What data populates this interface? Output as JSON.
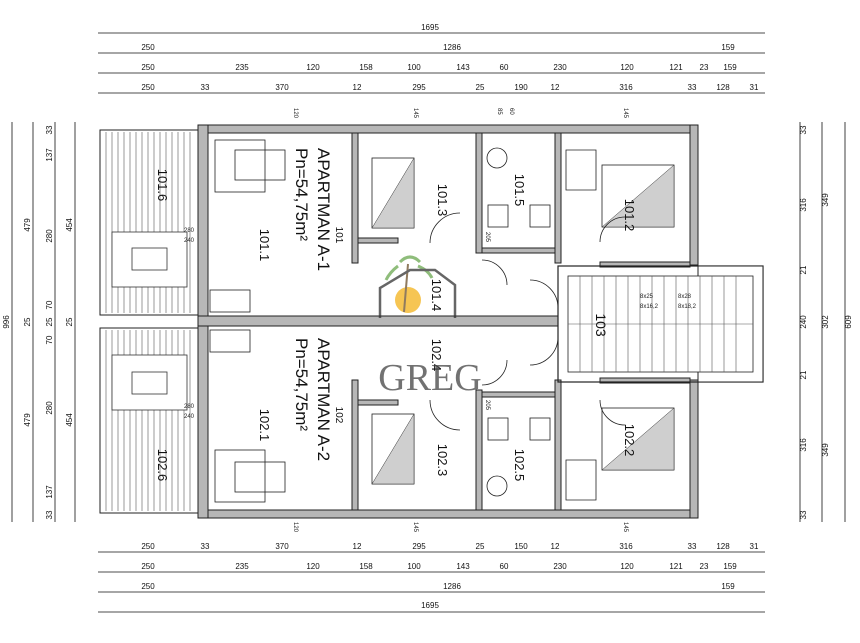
{
  "dimensions": {
    "top": {
      "row1": [
        "1695"
      ],
      "row2": [
        "250",
        "1286",
        "159"
      ],
      "row3": [
        "250",
        "235",
        "120",
        "158",
        "100",
        "143",
        "60",
        "230",
        "120",
        "121",
        "23",
        "159"
      ],
      "row4": [
        "250",
        "33",
        "370",
        "12",
        "295",
        "25",
        "190",
        "12",
        "316",
        "33",
        "128",
        "31"
      ]
    },
    "bottom": {
      "row1": [
        "250",
        "33",
        "370",
        "12",
        "295",
        "25",
        "150",
        "12",
        "316",
        "33",
        "128",
        "31"
      ],
      "row2": [
        "250",
        "235",
        "120",
        "158",
        "100",
        "143",
        "60",
        "230",
        "120",
        "121",
        "23",
        "159"
      ],
      "row3": [
        "250",
        "1286",
        "159"
      ],
      "row4": [
        "1695"
      ]
    },
    "left": {
      "outer": [
        "996"
      ],
      "mid1": [
        "479",
        "25",
        "479"
      ],
      "mid2": [
        "33",
        "137",
        "280",
        "70",
        "25",
        "70",
        "280",
        "137",
        "33"
      ],
      "mid3": [
        "454",
        "25",
        "454"
      ]
    },
    "right": {
      "outer": [
        "609"
      ],
      "mid1": [
        "349",
        "302",
        "349"
      ],
      "mid2": [
        "33",
        "316",
        "21",
        "240",
        "21",
        "316",
        "33"
      ]
    }
  },
  "rooms": {
    "r1016": "101.6",
    "r1011": "101.1",
    "r1013": "101.3",
    "r1015": "101.5",
    "r1012": "101.2",
    "r1014": "101.4",
    "r103": "103",
    "r1026": "102.6",
    "r1021": "102.1",
    "r1023": "102.3",
    "r1025": "102.5",
    "r1022": "102.2",
    "r1024": "102.4",
    "r101": "101",
    "r102": "102"
  },
  "apartments": {
    "a1_name": "APARTMAN A-1",
    "a1_area": "Pn=54,75m²",
    "a2_name": "APARTMAN A-2",
    "a2_area": "Pn=54,75m²"
  },
  "small_labels": {
    "door_120": "120",
    "door_145": "145",
    "door_205": "205",
    "door_85": "85",
    "door_60": "60",
    "stair1": "8x25",
    "stair2": "8x28",
    "stair3": "8x16,2",
    "stair4": "8x18,2",
    "w280": "280",
    "w240": "240"
  },
  "watermark": {
    "text": "GREG"
  },
  "colors": {
    "wall_fill": "#b7b7b7",
    "line": "#111111",
    "logo_sun": "#f3b21a",
    "logo_palm": "#6aa84f"
  }
}
